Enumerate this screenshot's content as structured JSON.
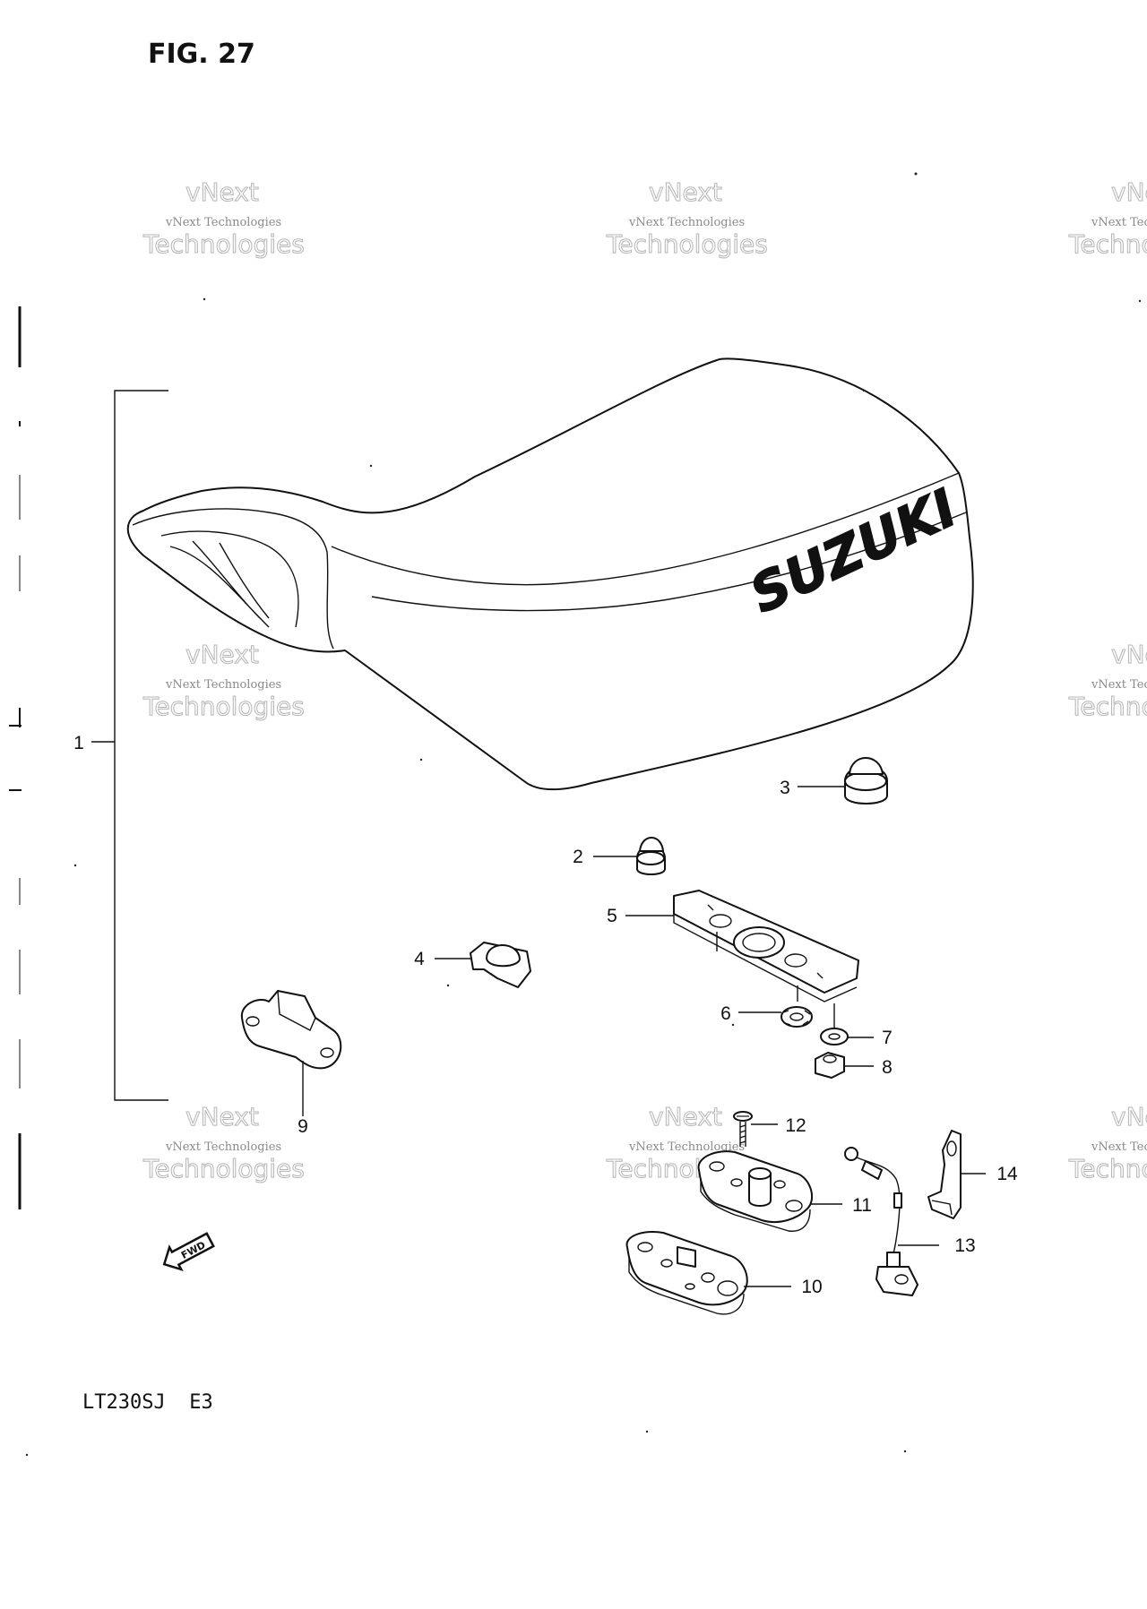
{
  "figure": {
    "title": "FIG. 27",
    "model": "LT230SJ  E3",
    "fwd_label": "FWD",
    "brand_on_seat": "SUZUKI"
  },
  "watermark": {
    "line1": "vNext Technologies",
    "line2": "vNext",
    "line3": "Technologies"
  },
  "callouts": [
    "1",
    "2",
    "3",
    "4",
    "5",
    "6",
    "7",
    "8",
    "9",
    "10",
    "11",
    "12",
    "13",
    "14"
  ],
  "colors": {
    "ink": "#111111",
    "paper": "#ffffff",
    "watermark": "#9a9a9a"
  }
}
